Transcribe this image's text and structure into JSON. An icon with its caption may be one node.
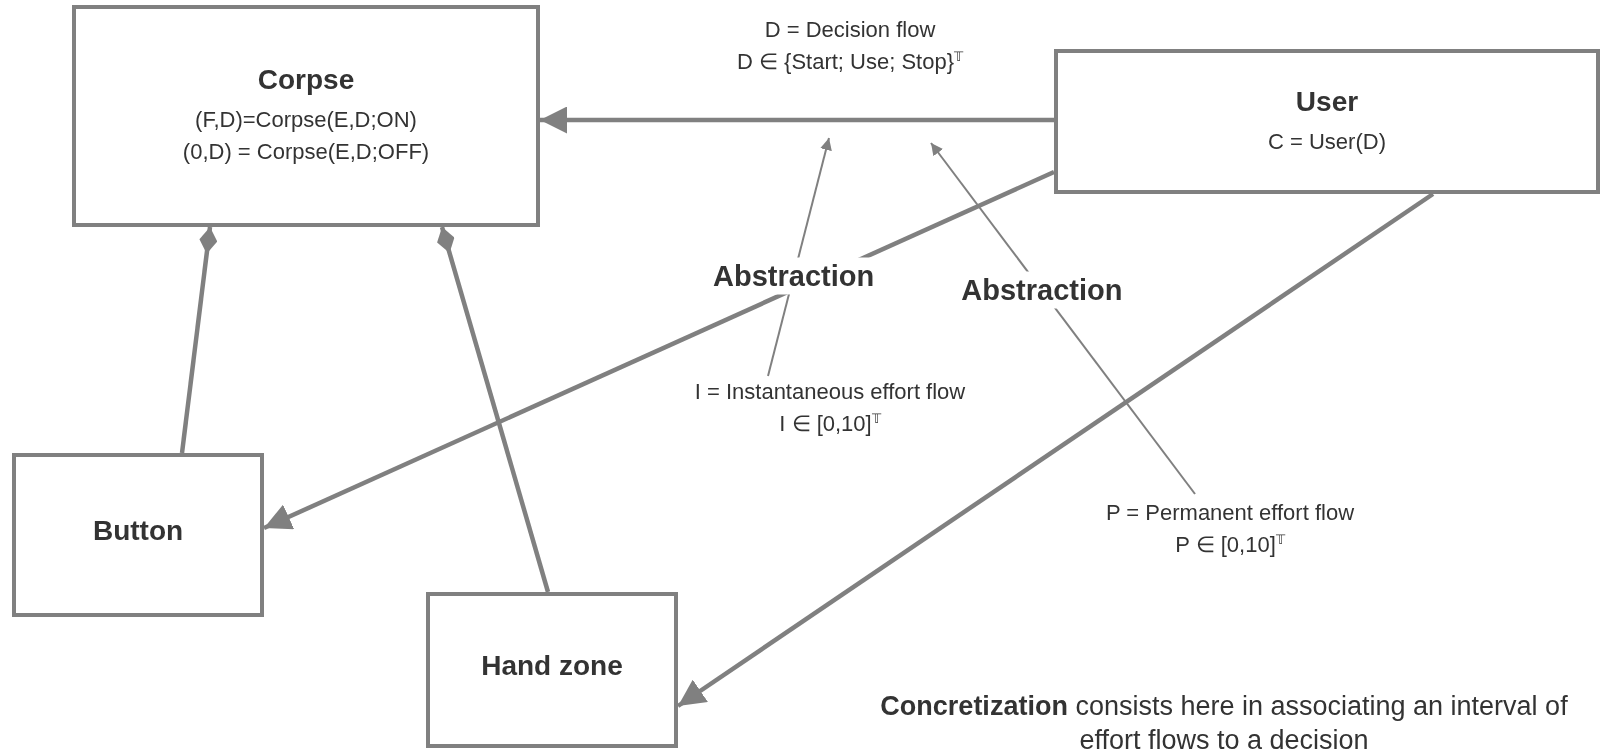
{
  "diagram": {
    "nodes": [
      {
        "text": [
          "Corpse",
          "(F,D)=Corpse(E,D;ON)",
          "(0,D) = Corpse(E,D;OFF)"
        ]
      },
      {
        "text": [
          "User",
          "C = User(D)"
        ]
      },
      {
        "text": [
          "Button"
        ]
      },
      {
        "text": [
          "Hand zone"
        ]
      },
      {
        "text": [
          "D = Decision flow",
          "D ∈ {Start; Use; Stop}$^{𝕋}$"
        ]
      },
      {
        "text": [
          "I = Instantaneous effort flow",
          "I ∈  [0,10]$^{𝕋}$"
        ]
      },
      {
        "text": [
          "P = Permanent effort flow",
          "P ∈  [0,10]$^{𝕋}$"
        ]
      }
    ],
    "edges": [
      {
        "from": 1,
        "to": 0,
        "arrow": "to"
      },
      {
        "from": 5,
        "to": null,
        "arrow": "to",
        "label": "Abstraction"
      },
      {
        "from": 6,
        "to": null,
        "arrow": "to",
        "label": "Abstraction"
      },
      {
        "from": 1,
        "to": 2,
        "arrow": "to"
      },
      {
        "from": 1,
        "to": 3,
        "arrow": "to"
      },
      {
        "from": 2,
        "to": 0,
        "arrow": "other"
      },
      {
        "from": 3,
        "to": 0,
        "arrow": "other"
      }
    ],
    "labels": [
      "**Concretization** consists here in associating an interval of effort flows to a decision"
    ]
  }
}
